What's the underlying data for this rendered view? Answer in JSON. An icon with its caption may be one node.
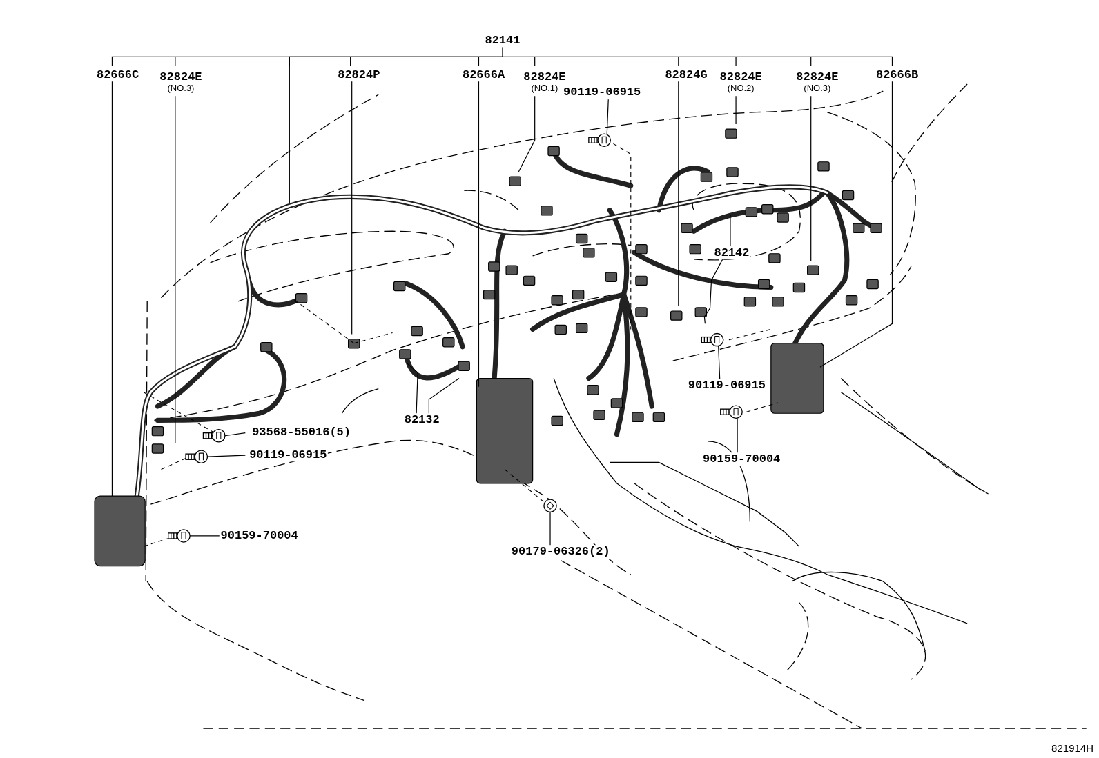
{
  "diagram": {
    "nodes": [
      {
        "text": [
          "82141"
        ]
      },
      {
        "text": [
          "82666C"
        ]
      },
      {
        "text": [
          "82824E",
          "(NO.3)"
        ]
      },
      {
        "text": [
          "82824P"
        ]
      },
      {
        "text": [
          "82666A"
        ]
      },
      {
        "text": [
          "82824E",
          "(NO.1)"
        ]
      },
      {
        "text": [
          "90119-06915"
        ]
      },
      {
        "text": [
          "82824G"
        ]
      },
      {
        "text": [
          "82824E",
          "(NO.2)"
        ]
      },
      {
        "text": [
          "82824E",
          "(NO.3)"
        ]
      },
      {
        "text": [
          "82666B"
        ]
      },
      {
        "text": [
          "82142"
        ]
      },
      {
        "text": [
          "82132"
        ]
      },
      {
        "text": [
          "93568-55016(5)"
        ]
      },
      {
        "text": [
          "90119-06915"
        ]
      },
      {
        "text": [
          "90159-70004"
        ]
      },
      {
        "text": [
          "90179-06326(2)"
        ]
      },
      {
        "text": [
          "90119-06915"
        ]
      },
      {
        "text": [
          "90159-70004"
        ]
      },
      {
        "text": [],
        "shape": "picture"
      },
      {
        "text": [],
        "shape": "picture"
      },
      {
        "text": [],
        "shape": "picture"
      },
      {
        "text": [],
        "shape": "picture"
      },
      {
        "text": [],
        "shape": "picture"
      },
      {
        "text": [],
        "shape": "picture"
      },
      {
        "text": [],
        "shape": "picture"
      }
    ],
    "edges": [
      {
        "from": 0,
        "to": null,
        "arrow": "none"
      },
      {
        "from": 1,
        "to": null,
        "arrow": "none"
      },
      {
        "from": 2,
        "to": null,
        "arrow": "none"
      },
      {
        "from": 3,
        "to": null,
        "arrow": "none"
      },
      {
        "from": 4,
        "to": null,
        "arrow": "none"
      },
      {
        "from": 5,
        "to": null,
        "arrow": "none"
      },
      {
        "from": 6,
        "to": 19,
        "arrow": "none"
      },
      {
        "from": 7,
        "to": null,
        "arrow": "none"
      },
      {
        "from": 8,
        "to": null,
        "arrow": "none"
      },
      {
        "from": 9,
        "to": null,
        "arrow": "none"
      },
      {
        "from": 10,
        "to": null,
        "arrow": "none"
      },
      {
        "from": 11,
        "to": null,
        "arrow": "none"
      },
      {
        "from": 11,
        "to": null,
        "arrow": "none"
      },
      {
        "from": 12,
        "to": null,
        "arrow": "none"
      },
      {
        "from": 12,
        "to": null,
        "arrow": "none"
      },
      {
        "from": 13,
        "to": 20,
        "arrow": "none"
      },
      {
        "from": 14,
        "to": 21,
        "arrow": "none"
      },
      {
        "from": 15,
        "to": 22,
        "arrow": "none"
      },
      {
        "from": 16,
        "to": 23,
        "arrow": "none"
      },
      {
        "from": 17,
        "to": 24,
        "arrow": "none"
      },
      {
        "from": 18,
        "to": 25,
        "arrow": "none"
      }
    ],
    "labels": [
      "821914H"
    ]
  }
}
